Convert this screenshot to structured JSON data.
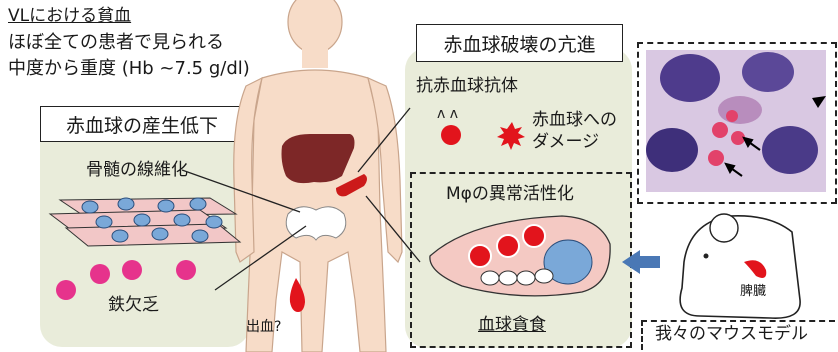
{
  "intro": {
    "line1": "VLにおける貧血",
    "line2": "ほぼ全ての患者で見られる",
    "line3": "中度から重度 (Hb ~7.5 g/dl)"
  },
  "left_panel": {
    "title": "赤血球の産生低下",
    "fibrosis_label": "骨髄の線維化",
    "iron_label": "鉄欠乏"
  },
  "body": {
    "bleeding_label": "出血?"
  },
  "right_panel": {
    "title": "赤血球破壊の亢進",
    "antibody_label": "抗赤血球抗体",
    "damage_label_line1": "赤血球への",
    "damage_label_line2": "ダメージ",
    "macrophage_title": "Mφの異常活性化",
    "phagocytosis_label": "血球貪食"
  },
  "mouse": {
    "spleen_label": "脾臓",
    "model_label": "我々のマウスモデル"
  },
  "colors": {
    "panel_bg": "#e9ecda",
    "rbc_red": "#e2141c",
    "iron_pink": "#e6338c",
    "liver": "#7d2727",
    "cell_blue": "#7aa8d8",
    "arrow_blue": "#4a78b5",
    "skin": "#f7dcc8"
  }
}
